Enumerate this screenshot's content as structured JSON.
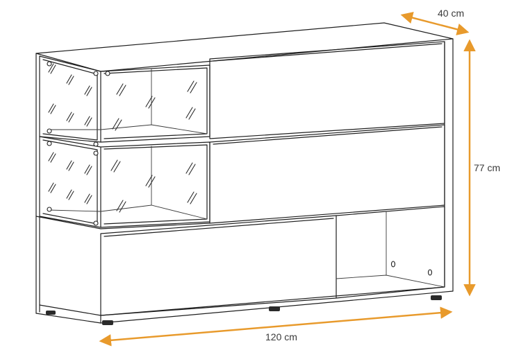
{
  "dimensions": {
    "depth": "40 cm",
    "height": "77 cm",
    "width": "120 cm"
  },
  "colors": {
    "dimension_arrow": "#e89a2c",
    "outline": "#1e1e1e"
  }
}
